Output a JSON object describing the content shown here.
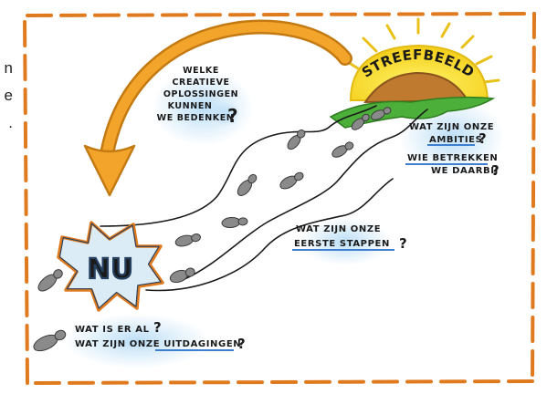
{
  "edge_fragment": [
    "n",
    "e",
    "."
  ],
  "goal": {
    "label": "STREEFBEELD"
  },
  "now": {
    "label": "NU"
  },
  "notes": {
    "creative": [
      "WELKE",
      "CREATIEVE",
      "OPLOSSINGEN",
      "KUNNEN",
      "WE BEDENKEN"
    ],
    "creative_mark": "?",
    "ambitions": [
      "WAT ZIJN ONZE",
      "AMBITIES",
      "?"
    ],
    "involve": [
      "WIE BETREKKEN",
      "WE DAARBIJ",
      "?"
    ],
    "first_steps": [
      "WAT ZIJN ONZE",
      "EERSTE STAPPEN",
      "?"
    ],
    "current": [
      "WAT IS ER AL",
      "?",
      "WAT ZIJN ONZE UITDAGINGEN",
      "?"
    ]
  },
  "colors": {
    "frame": "#e07a1f",
    "sun": "#f7e03a",
    "sun_rays": "#e8c21b",
    "hill": "#c07a30",
    "grass": "#4caf3a",
    "arrow": "#f2a52a",
    "arrow_outline": "#c47a12",
    "burst_fill": "#dcecf7",
    "burst_outline": "#e07a1f",
    "footprint": "#8a8a8a",
    "glow": "#b9ddf6"
  }
}
